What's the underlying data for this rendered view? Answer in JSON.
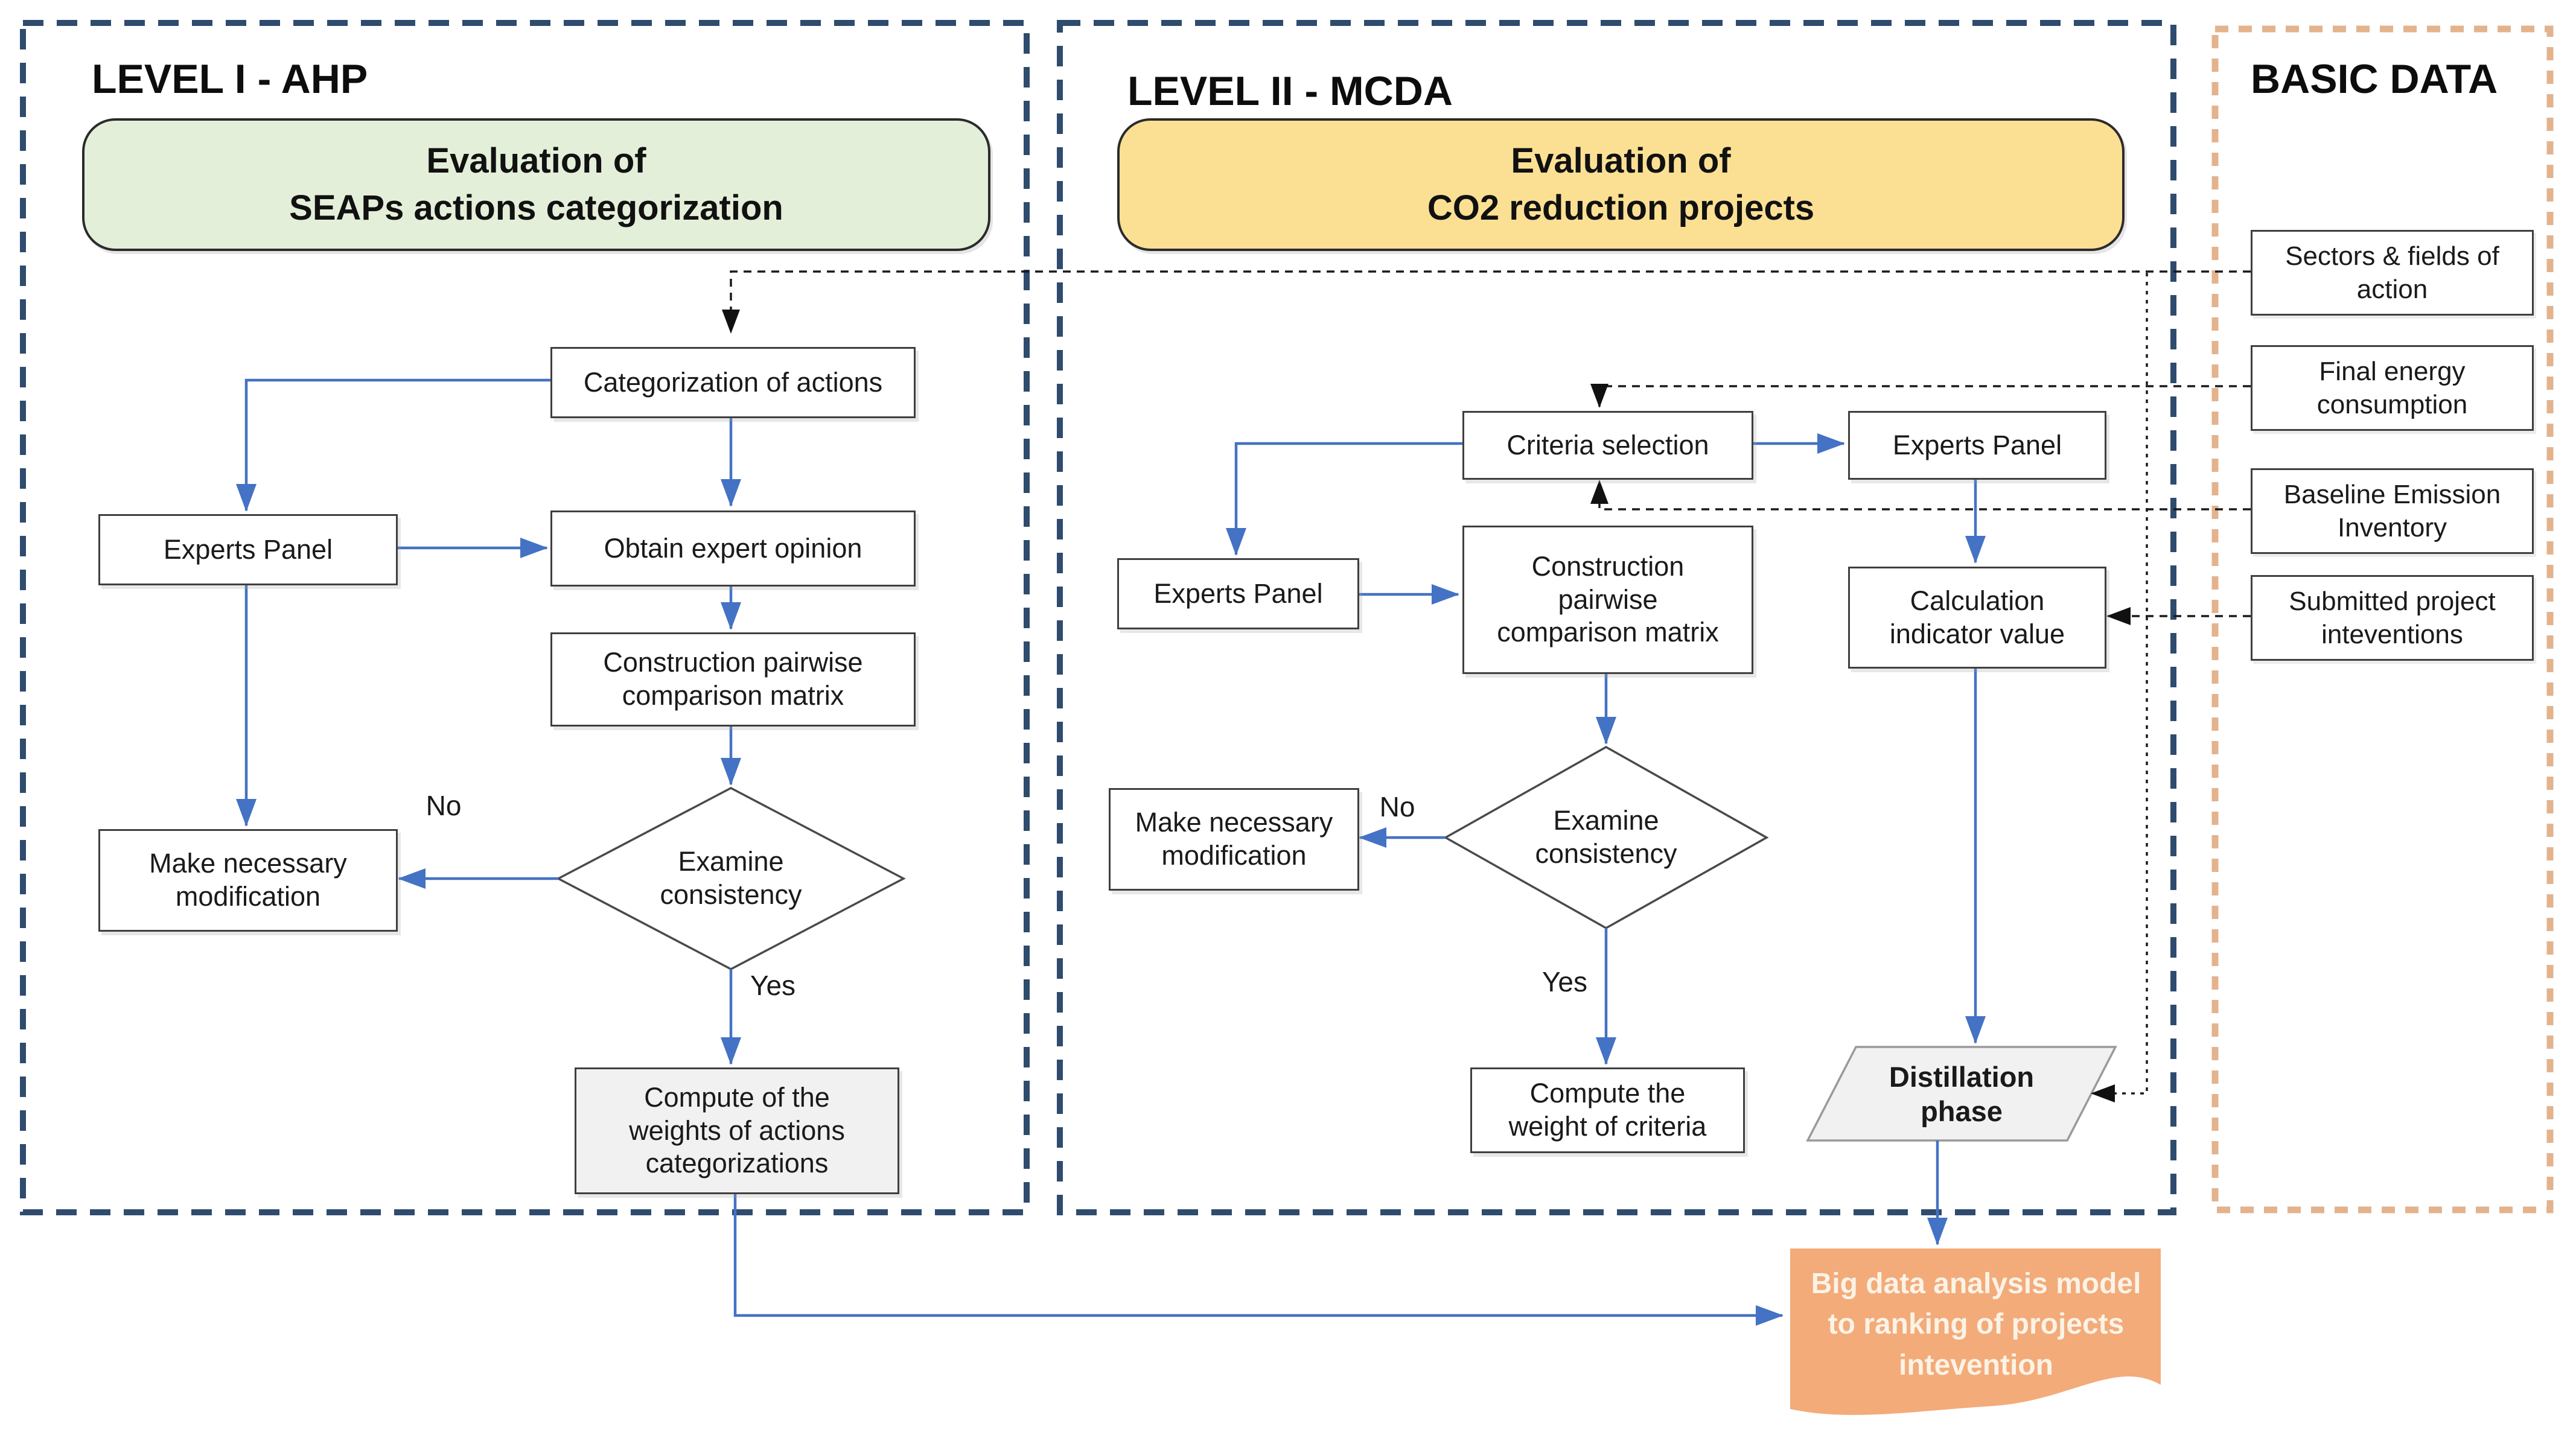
{
  "level1": {
    "title": "LEVEL I - AHP",
    "header": "Evaluation of\nSEAPs actions categorization",
    "nodes": {
      "categorization": "Categorization of actions",
      "experts_panel": "Experts Panel",
      "obtain_opinion": "Obtain expert opinion",
      "pairwise_matrix": "Construction pairwise\ncomparison matrix",
      "examine_consistency": "Examine\nconsistency",
      "make_modification": "Make necessary\nmodification",
      "compute_weights": "Compute of the\nweights of actions\ncategorizations"
    },
    "labels": {
      "no": "No",
      "yes": "Yes"
    }
  },
  "level2": {
    "title": "LEVEL II - MCDA",
    "header": "Evaluation of\nCO2 reduction projects",
    "nodes": {
      "criteria_selection": "Criteria selection",
      "experts_panel_top": "Experts Panel",
      "experts_panel_left": "Experts Panel",
      "pairwise_matrix": "Construction\npairwise\ncomparison matrix",
      "calculation_indicator": "Calculation\nindicator value",
      "examine_consistency": "Examine\nconsistency",
      "make_modification": "Make necessary\nmodification",
      "compute_weights": "Compute the\nweight of criteria",
      "distillation": "Distillation\nphase"
    },
    "labels": {
      "no": "No",
      "yes": "Yes"
    }
  },
  "basic_data": {
    "title": "BASIC DATA",
    "items": [
      "Sectors & fields of\naction",
      "Final energy\nconsumption",
      "Baseline Emission\nInventory",
      "Submitted project\ninteventions"
    ]
  },
  "output_node": "Big data analysis model\nto ranking of projects\nintevention",
  "colors": {
    "level_panel_border": "#2F4B6E",
    "basic_panel_border": "#E3B38D",
    "connector_blue": "#4472C4",
    "connector_black": "#1A1A1A",
    "header_green_fill": "#E4EFD9",
    "header_yellow_fill": "#FBE094",
    "gray_node_fill": "#F1F1F1",
    "output_orange_fill": "#F3AB7A"
  }
}
